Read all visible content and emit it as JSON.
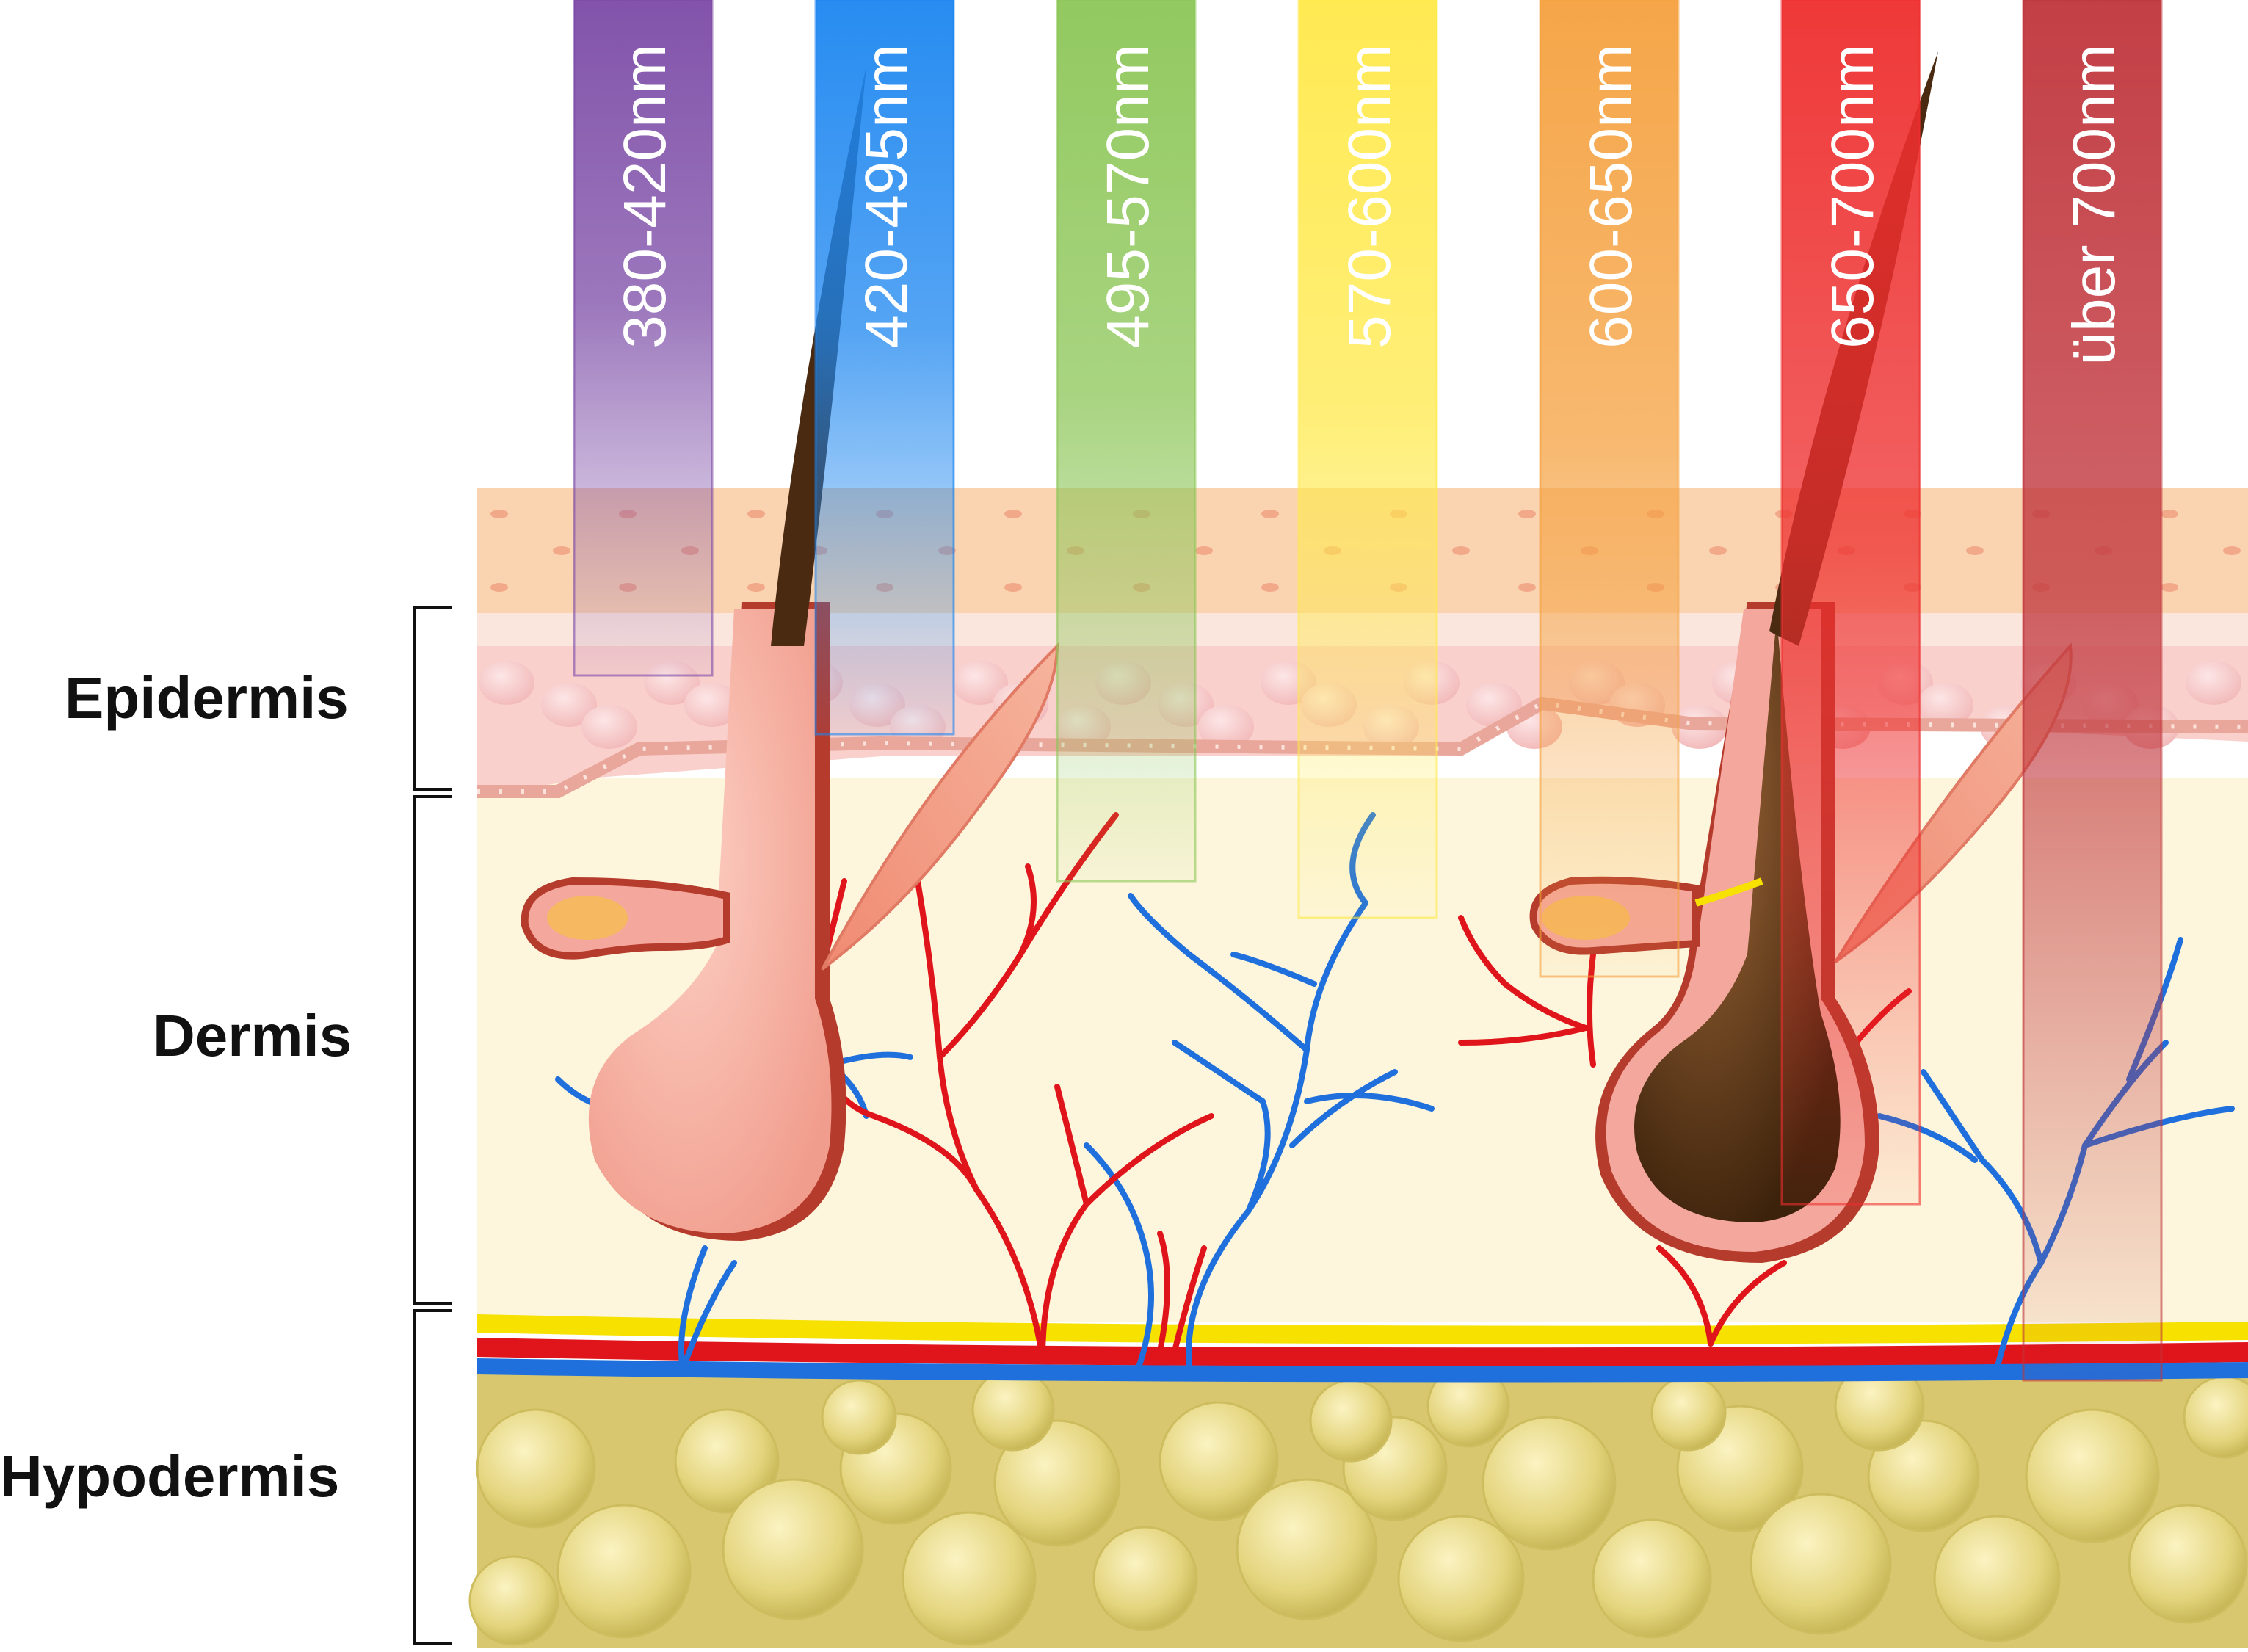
{
  "layers": [
    {
      "name": "Epidermis"
    },
    {
      "name": "Dermis"
    },
    {
      "name": "Hypodermis"
    }
  ],
  "bands": [
    {
      "label": "380-420nm",
      "color": "#7b4aa6"
    },
    {
      "label": "420-495nm",
      "color": "#1c86f0"
    },
    {
      "label": "495-570nm",
      "color": "#8cc657"
    },
    {
      "label": "570-600nm",
      "color": "#ffe94a"
    },
    {
      "label": "600-650nm",
      "color": "#f5a13f"
    },
    {
      "label": "650-700nm",
      "color": "#ee2e2e"
    },
    {
      "label": "über 700nm",
      "color": "#c0353c"
    }
  ],
  "colors": {
    "stratum_corneum": "#fad3b0",
    "epidermis_cells": "#f7c6c6",
    "dermis": "#fdf6dc",
    "fat": "#e6d98a",
    "artery": "#e0141b",
    "vein": "#1f6fdc",
    "fat_line": "#f6e100",
    "follicle": "#f4a79c",
    "hair": "#4a2a10"
  },
  "icons": [
    "hair-follicle-left",
    "hair-follicle-right",
    "sebaceous-gland",
    "arrector-pili-muscle",
    "blood-vessels",
    "fat-cells"
  ]
}
